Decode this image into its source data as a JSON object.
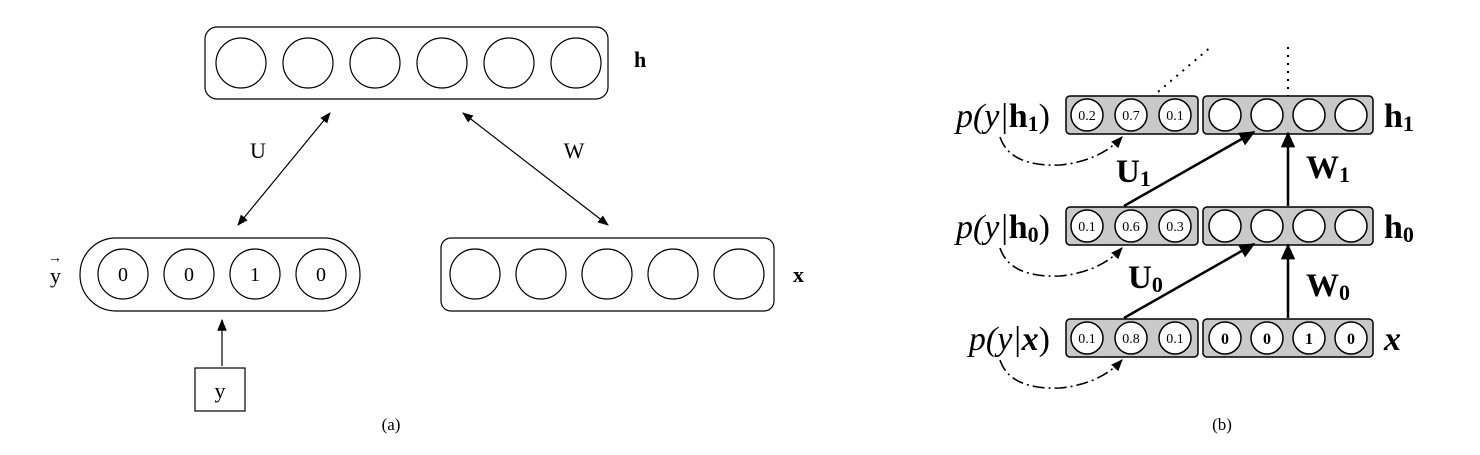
{
  "panel_a": {
    "caption": "(a)",
    "hidden_label": "h",
    "input_label": "x",
    "onehot_label": "y",
    "onehot_arrow": "→",
    "class_box_label": "y",
    "weight_u": "U",
    "weight_w": "W",
    "onehot_values": [
      "0",
      "0",
      "1",
      "0"
    ],
    "hidden_units": 6,
    "input_units": 5
  },
  "panel_b": {
    "caption": "(b)",
    "rows": [
      {
        "prob_prefix": "p(y|",
        "prob_var": "h",
        "prob_sub": "1",
        "prob_suffix": ")",
        "probs": [
          "0.2",
          "0.7",
          "0.1"
        ],
        "layer_label": "h",
        "layer_sub": "1",
        "units": [
          "",
          "",
          "",
          ""
        ]
      },
      {
        "prob_prefix": "p(y|",
        "prob_var": "h",
        "prob_sub": "0",
        "prob_suffix": ")",
        "probs": [
          "0.1",
          "0.6",
          "0.3"
        ],
        "layer_label": "h",
        "layer_sub": "0",
        "units": [
          "",
          "",
          "",
          ""
        ]
      },
      {
        "prob_prefix": "p(y|",
        "prob_var": "x",
        "prob_sub": "",
        "prob_suffix": ")",
        "probs": [
          "0.1",
          "0.8",
          "0.1"
        ],
        "layer_label": "x",
        "layer_sub": "",
        "units": [
          "0",
          "0",
          "1",
          "0"
        ]
      }
    ],
    "weights": [
      {
        "u": "U",
        "u_sub": "1",
        "w": "W",
        "w_sub": "1"
      },
      {
        "u": "U",
        "u_sub": "0",
        "w": "W",
        "w_sub": "0"
      }
    ]
  }
}
